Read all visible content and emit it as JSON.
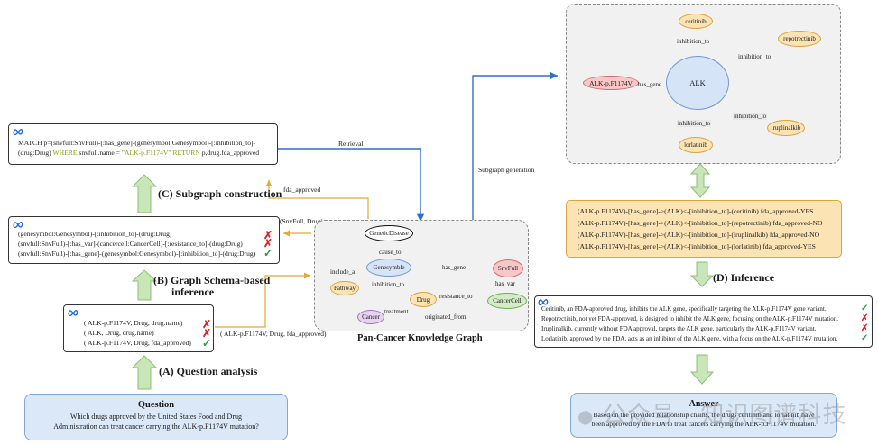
{
  "kg_label": "Pan-Cancer Knowledge Graph",
  "steps": {
    "a": "(A) Question analysis",
    "b_line1": "(B) Graph Schema-based",
    "b_line2": "inference",
    "c": "(C) Subgraph construction",
    "d": "(D) Inference"
  },
  "question": {
    "title": "Question",
    "line1": "Which drugs approved by the United States Food and Drug",
    "line2": "Administration can treat cancer carrying the ALK-p.F1174V mutation?"
  },
  "analysis_box": {
    "lines": [
      "( ALK-p.F1174V, Drug, drug.name)",
      "( ALK, Drug, drug.name)",
      "( ALK-p.F1174V, Drug, fda_approved)"
    ],
    "marks": [
      "✗",
      "✗",
      "✓"
    ]
  },
  "schema_box": {
    "lines": [
      "(genesymbol:Genesymbol)-[:inhibition_to]-(drug:Drug)",
      "(snvfull:SnvFull)-[:has_var]-(cancercell:CancerCell)-[:resistance_to]-(drug:Drug)",
      "(snvfull:SnvFull)-[:has_gene]-(genesymbol:Genesymbol)-[:inhibition_to]-(drug:Drug)"
    ],
    "marks": [
      "✗",
      "✗",
      "✓"
    ]
  },
  "cypher_box": {
    "line1": "MATCH p=(snvfull:SnvFull)-[:has_gene]-(genesymbol:Genesymbol)-[:inhibition_to]-",
    "line2_a": "(drug:Drug) ",
    "line2_where": "WHERE",
    "line2_b": " snvfull.name = ",
    "line2_str": "\"ALK-p.F1174V\"",
    "line2_return": " RETURN",
    "line2_c": " p,drug.fda_approved"
  },
  "arrow_labels": {
    "retrieval": "Retrieval",
    "fda_approved": "fda_approved",
    "snvfull_drug": "(SnvFull, Drug)",
    "alk_drug_fda": "( ALK-p.F1174V, Drug, fda_approved)",
    "subgraph_generation": "Subgraph generation"
  },
  "kg_nodes": {
    "genetic_disease": "GeneticDisease",
    "genesymble": "Genesymble",
    "snvfull": "SnvFull",
    "pathway": "Pathway",
    "drug": "Drug",
    "cancer_cell": "CancerCell",
    "cancer": "Cancer"
  },
  "kg_edges": {
    "cause_to": "cause_to",
    "include_a": "include_a",
    "has_gene": "has_gene",
    "has_var": "has_var",
    "inhibition_to": "inhibition_to",
    "resistance_to": "resistance_to",
    "treatment": "treatment",
    "originated_from": "originated_from"
  },
  "subgraph": {
    "center": "ALK",
    "variant": "ALK-p.F1174V",
    "has_gene": "has_gene",
    "drugs": [
      "ceritinib",
      "repotrectinib",
      "lorlatinib",
      "iruplinalkib"
    ],
    "inhibition_to": "inhibition_to"
  },
  "chains": [
    "(ALK-p.F1174V)-[has_gene]->(ALK)<-[inhibition_to]-(ceritinib) fda_approved-YES",
    "(ALK-p.F1174V)-[has_gene]->(ALK)<-[inhibition_to]-(repotrectinib) fda_approved-NO",
    "(ALK-p.F1174V)-[has_gene]->(ALK)<-[inhibition_to]-(iruplinalkib) fda_approved-NO",
    "(ALK-p.F1174V)-[has_gene]->(ALK)<-[inhibition_to]-(lorlatinib) fda_approved-YES"
  ],
  "inference_box": {
    "lines": [
      "Ceritinib, an FDA-approved drug, inhibits the ALK gene, specifically targeting the ALK-p.F1174V gene variant.",
      "Repotrectinib, not yet FDA-approved, is designed to inhibit the ALK gene, focusing on the ALK-p.F1174V mutation.",
      "Iruplinalkib, currently without FDA approval, targets the ALK gene, particularly the ALK-p.F1174V variant.",
      "Lorlatinib, approved by the FDA, acts as an inhibitor of the ALK gene, with a focus on the ALK-p.F1174V mutation."
    ],
    "marks": [
      "✓",
      "✗",
      "✗",
      "✓"
    ]
  },
  "answer": {
    "title": "Answer",
    "line1": "Based on the provided relationship chains, the drugs ceritinib and lorlatinib have",
    "line2": "been approved by the FDA to treat cancers carrying the ALK-p.F1174V mutation."
  },
  "watermark": "公众号 · 知识图谱科技",
  "colors": {
    "blue_arrow": "#2f6fd0",
    "orange_arrow": "#e6a833",
    "green_arrow": "#c8e6b8",
    "question_bg": "#dbe8f8",
    "chain_bg": "#fbe3b4"
  }
}
